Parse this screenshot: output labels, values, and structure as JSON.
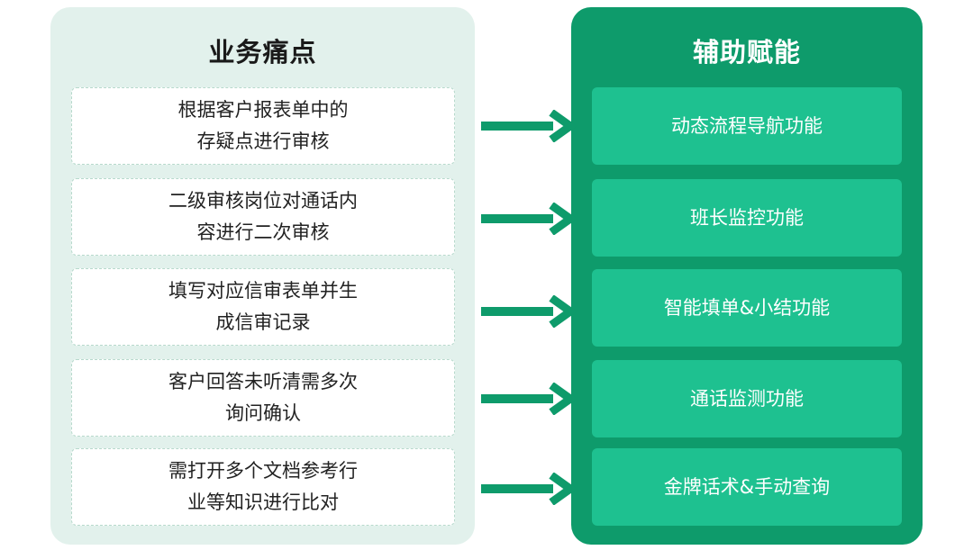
{
  "left_panel": {
    "title": "业务痛点",
    "items": [
      {
        "line1": "根据客户报表单中的",
        "line2": "存疑点进行审核"
      },
      {
        "line1": "二级审核岗位对通话内",
        "line2": "容进行二次审核"
      },
      {
        "line1": "填写对应信审表单并生",
        "line2": "成信审记录"
      },
      {
        "line1": "客户回答未听清需多次",
        "line2": "询问确认"
      },
      {
        "line1": "需打开多个文档参考行",
        "line2": "业等知识进行比对"
      }
    ]
  },
  "right_panel": {
    "title": "辅助赋能",
    "items": [
      {
        "label": "动态流程导航功能"
      },
      {
        "label": "班长监控功能"
      },
      {
        "label": "智能填单&小结功能"
      },
      {
        "label": "通话监测功能"
      },
      {
        "label": "金牌话术&手动查询"
      }
    ]
  },
  "colors": {
    "left_panel_bg": "#e2f1ec",
    "right_panel_bg": "#0e9b6b",
    "feature_box_bg": "#1ec190",
    "arrow": "#0e9b6b"
  },
  "icons": {
    "connector": "arrow-right-icon"
  }
}
